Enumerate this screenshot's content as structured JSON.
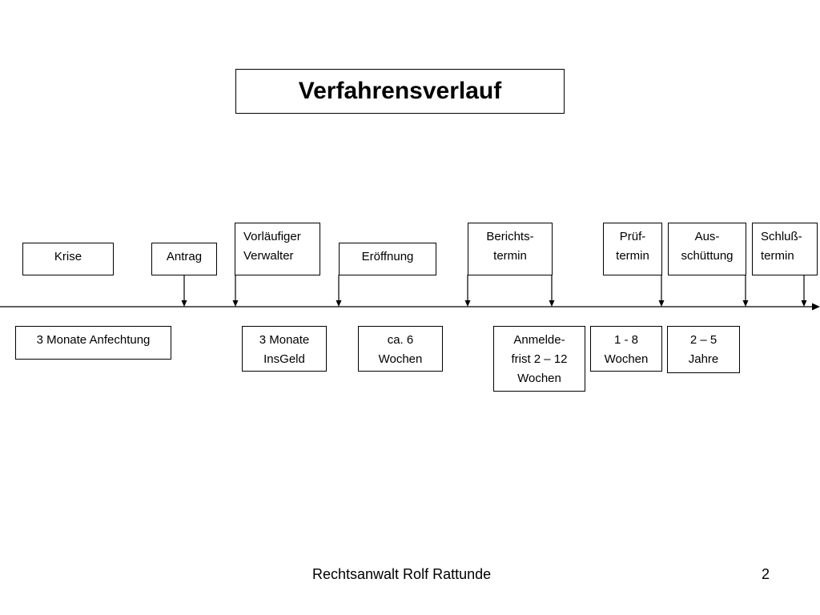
{
  "title": "Verfahrensverlauf",
  "events": {
    "krise": "Krise",
    "antrag": "Antrag",
    "vorlaeufiger_verwalter": "Vorläufiger\nVerwalter",
    "eroeffnung": "Eröffnung",
    "berichtstermin": "Berichts-\ntermin",
    "prueftermin": "Prüf-\ntermin",
    "ausschuettung": "Aus-\nschüttung",
    "schlusstermin": "Schluß-\ntermin"
  },
  "periods": {
    "anfechtung": "3 Monate Anfechtung",
    "insgeld": "3 Monate\nInsGeld",
    "ca_6_wochen": "ca. 6\nWochen",
    "anmeldefrist": "Anmelde-\nfrist 2 – 12\nWochen",
    "pruef_wochen": "1 - 8\nWochen",
    "jahre": "2 – 5\nJahre"
  },
  "footer": {
    "author": "Rechtsanwalt Rolf Rattunde",
    "page_number": "2"
  }
}
